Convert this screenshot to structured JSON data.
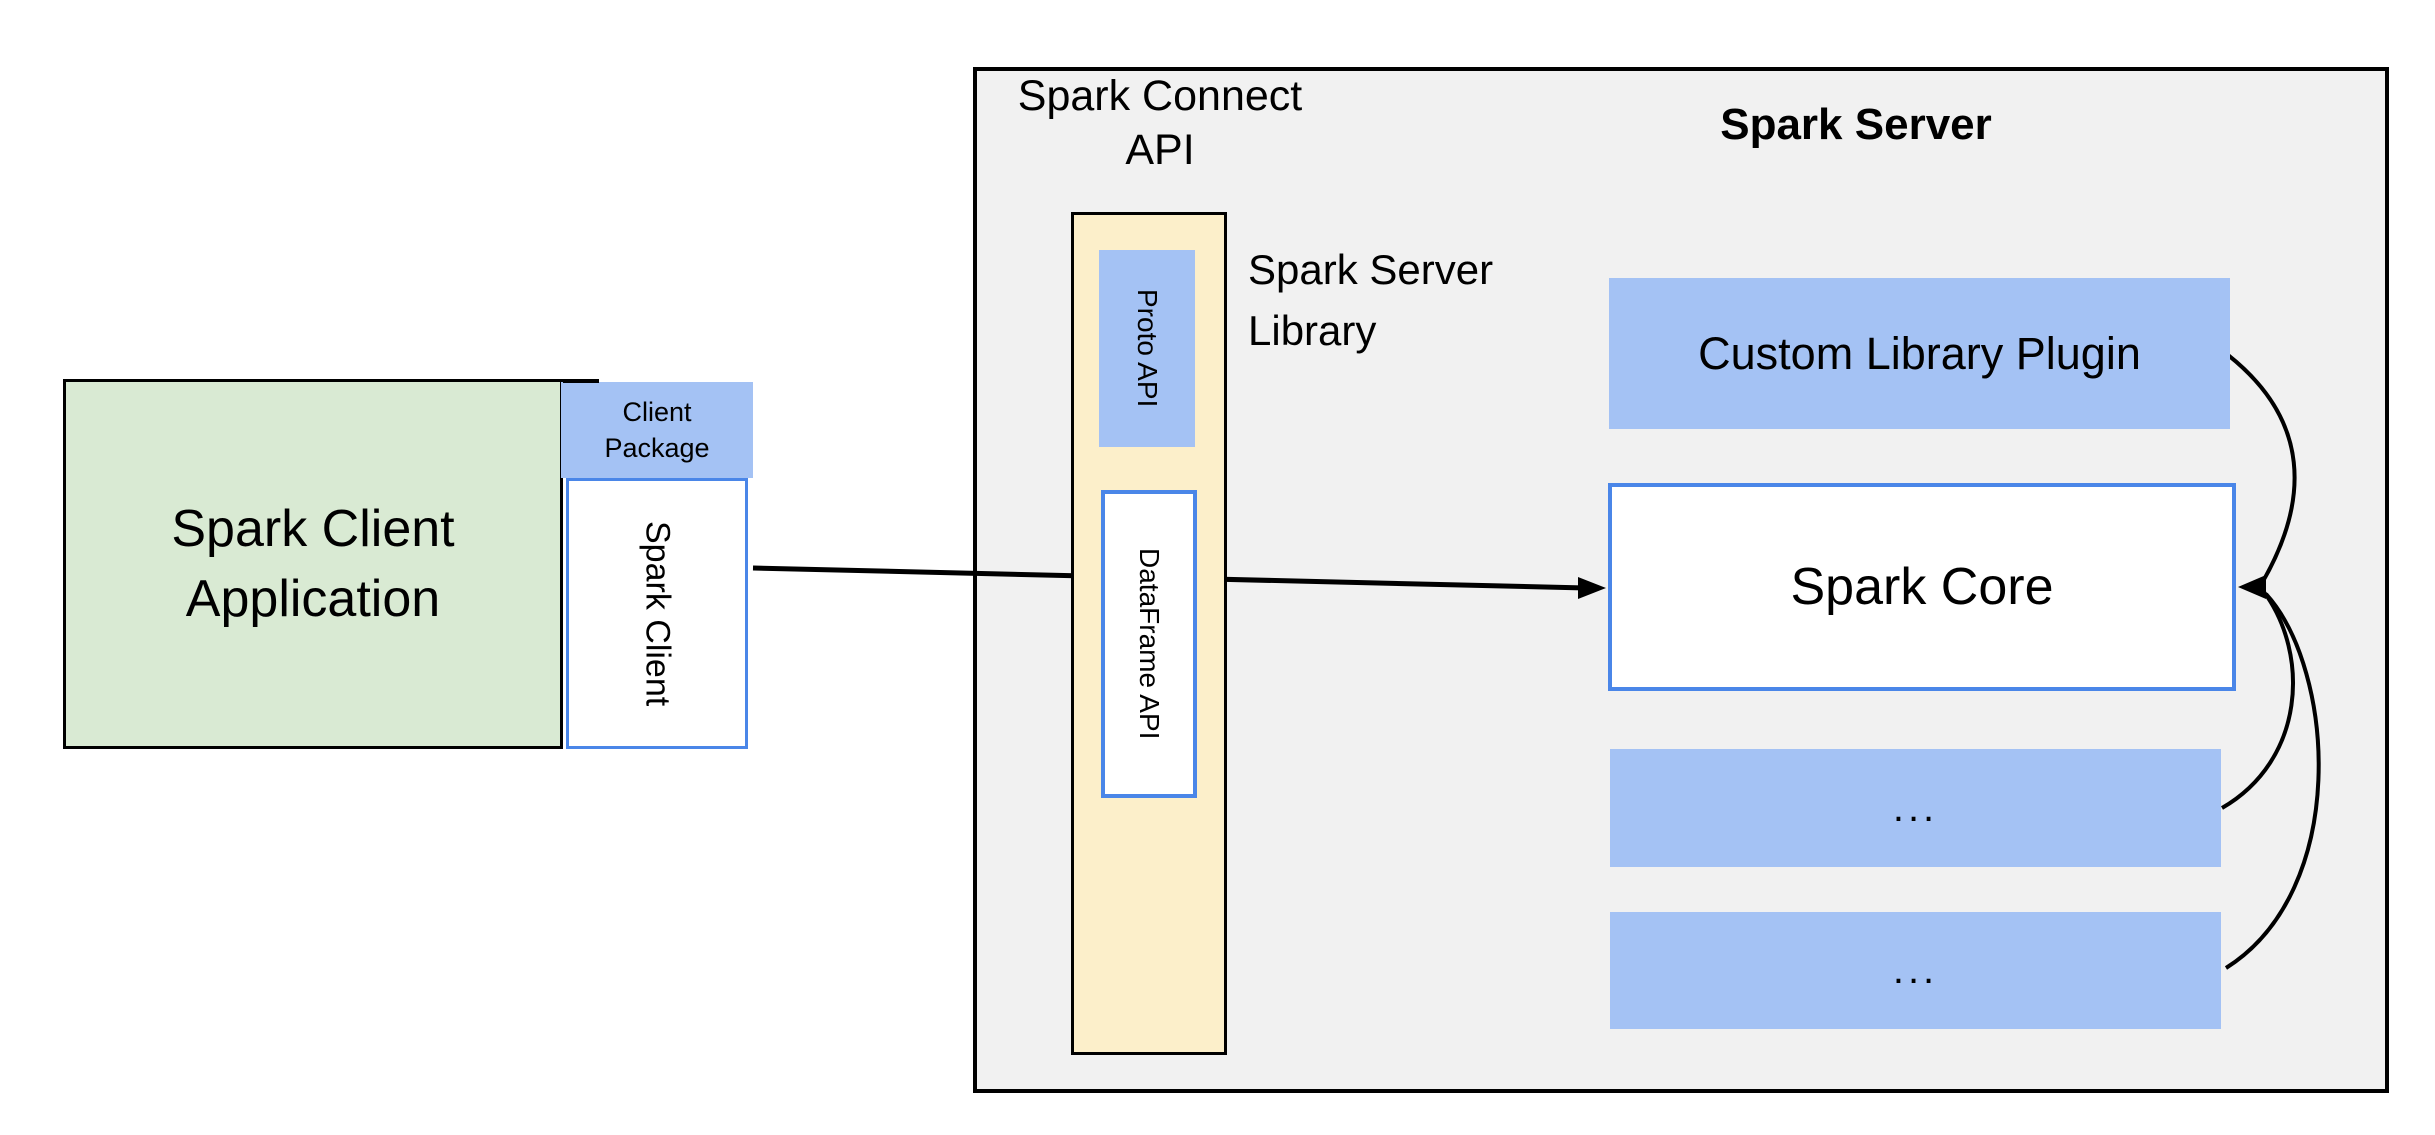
{
  "colors": {
    "green_fill": "#d9ead3",
    "blue_fill": "#a4c2f4",
    "yellow_fill": "#fcefca",
    "gray_fill": "#f1f1f1",
    "blue_border": "#4a86e8",
    "line": "#000000"
  },
  "diagram": {
    "client_app": {
      "line1": "Spark Client",
      "line2": "Application"
    },
    "client_package": {
      "line1": "Client",
      "line2": "Package"
    },
    "spark_client": {
      "label": "Spark Client"
    },
    "connect_api": {
      "line1": "Spark Connect",
      "line2": "API"
    },
    "proto_api": {
      "label": "Proto  API"
    },
    "dataframe_api": {
      "label": "DataFrame API"
    },
    "server_library": {
      "line1": "Spark Server",
      "line2": "Library"
    },
    "server": {
      "title": "Spark Server"
    },
    "custom_plugin": {
      "label": "Custom Library Plugin"
    },
    "spark_core": {
      "label": "Spark Core"
    },
    "plugin_slot_1": {
      "label": "..."
    },
    "plugin_slot_2": {
      "label": "..."
    }
  }
}
